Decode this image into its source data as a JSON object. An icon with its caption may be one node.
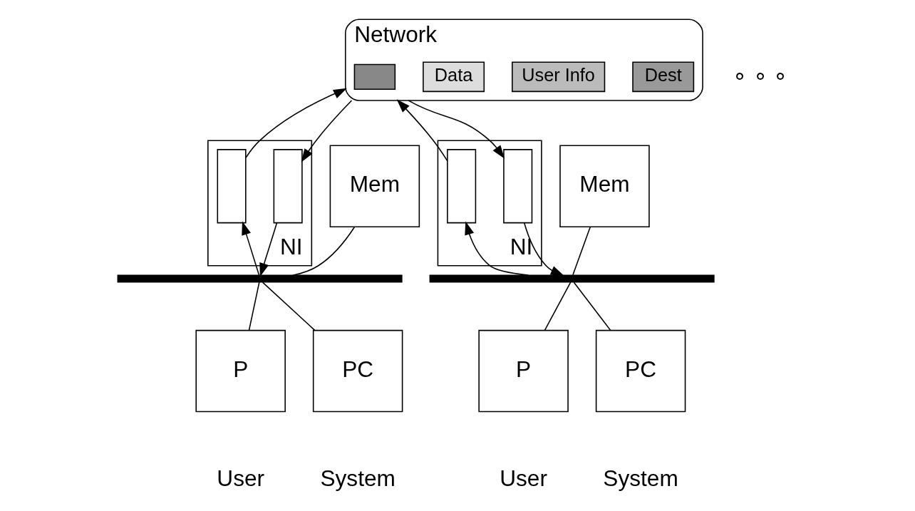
{
  "diagram": {
    "nodes": [
      {
        "text": [
          "Network"
        ]
      },
      {
        "text": [],
        "shape": "bar",
        "in": 0
      },
      {
        "text": [
          "Data"
        ],
        "in": 0
      },
      {
        "text": [
          "User Info"
        ],
        "in": 0
      },
      {
        "text": [
          "Dest"
        ],
        "in": 0
      },
      {
        "text": [
          "Mem"
        ]
      },
      {
        "text": [
          "NI"
        ]
      },
      {
        "text": [],
        "shape": "box",
        "in": 6
      },
      {
        "text": [],
        "shape": "box",
        "in": 6
      },
      {
        "text": [],
        "shape": "bar"
      },
      {
        "text": [
          "P"
        ]
      },
      {
        "text": [
          "PC"
        ]
      },
      {
        "text": [
          "Mem"
        ]
      },
      {
        "text": [
          "NI"
        ]
      },
      {
        "text": [],
        "shape": "box",
        "in": 13
      },
      {
        "text": [],
        "shape": "box",
        "in": 13
      },
      {
        "text": [],
        "shape": "bar"
      },
      {
        "text": [
          "P"
        ]
      },
      {
        "text": [
          "PC"
        ]
      }
    ],
    "edges": [
      {
        "from": 7,
        "to": 0,
        "arrow": "to"
      },
      {
        "from": 0,
        "to": 8,
        "arrow": "to"
      },
      {
        "from": 9,
        "to": 7,
        "arrow": "to"
      },
      {
        "from": 8,
        "to": 9,
        "arrow": "to"
      },
      {
        "from": 5,
        "to": 9,
        "arrow": "none"
      },
      {
        "from": 10,
        "to": 9,
        "arrow": "none"
      },
      {
        "from": 11,
        "to": 9,
        "arrow": "none"
      },
      {
        "from": 14,
        "to": 0,
        "arrow": "to"
      },
      {
        "from": 0,
        "to": 15,
        "arrow": "to"
      },
      {
        "from": 16,
        "to": 14,
        "arrow": "to"
      },
      {
        "from": 15,
        "to": 16,
        "arrow": "to"
      },
      {
        "from": 12,
        "to": 16,
        "arrow": "none"
      },
      {
        "from": 17,
        "to": 16,
        "arrow": "none"
      },
      {
        "from": 18,
        "to": 16,
        "arrow": "none"
      }
    ],
    "labels": [
      "∘ ∘ ∘",
      "User",
      "System",
      "User",
      "System"
    ]
  }
}
